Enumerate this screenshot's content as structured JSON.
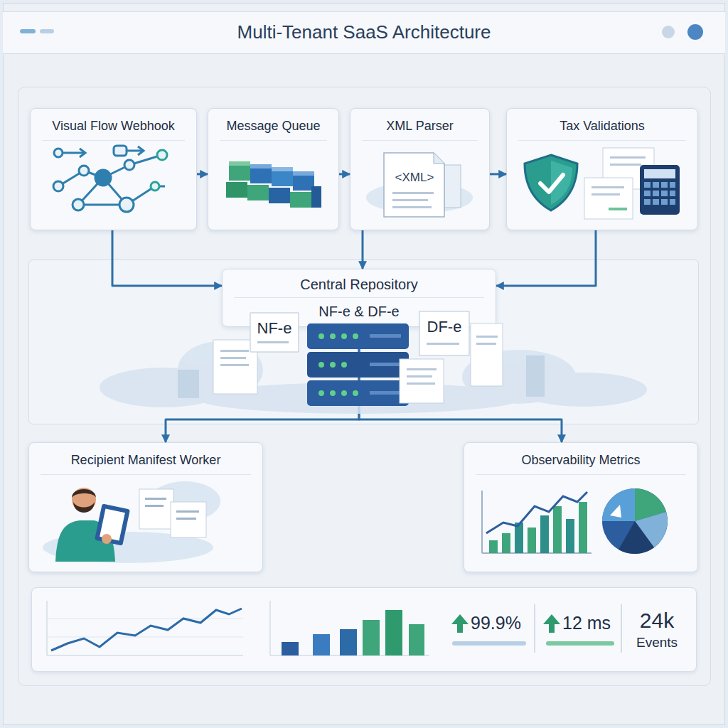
{
  "diagram": {
    "title": "Multi-Tenant SaaS Architecture",
    "nodes": [
      {
        "text": [
          "Visual Flow Webhook"
        ]
      },
      {
        "text": [
          "Message Queue"
        ]
      },
      {
        "text": [
          "XML Parser"
        ]
      },
      {
        "text": [
          "Tax Validations"
        ]
      },
      {
        "text": [
          "Central Repository",
          "NF-e & DF-e"
        ]
      },
      {
        "text": [
          "Recipient Manifest Worker"
        ]
      },
      {
        "text": [
          "Observability Metrics"
        ]
      }
    ],
    "edges": [
      {
        "from": 0,
        "to": 1,
        "arrow": "to"
      },
      {
        "from": 1,
        "to": 2,
        "arrow": "to"
      },
      {
        "from": 2,
        "to": 3,
        "arrow": "to"
      },
      {
        "from": 0,
        "to": 4,
        "arrow": "to"
      },
      {
        "from": 2,
        "to": 4,
        "arrow": "to"
      },
      {
        "from": 3,
        "to": 4,
        "arrow": "to"
      },
      {
        "from": 4,
        "to": 5,
        "arrow": "to"
      },
      {
        "from": 4,
        "to": 6,
        "arrow": "to"
      }
    ],
    "labels": [
      "<XML>",
      "NF-e",
      "DF-e",
      "99.9%",
      "12 ms",
      "24k",
      "Events"
    ]
  }
}
